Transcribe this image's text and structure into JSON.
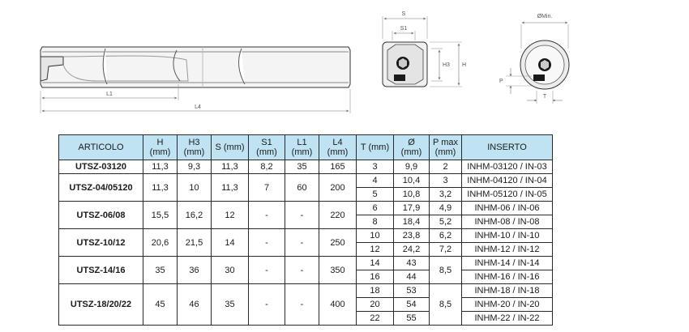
{
  "drawing_labels": {
    "L1": "L1",
    "L4": "L4",
    "S": "S",
    "S1": "S1",
    "H3": "H3",
    "H": "H",
    "diameter_min": "ØMin.",
    "P": "P",
    "T": "T"
  },
  "table": {
    "headers": {
      "articolo": "ARTICOLO",
      "h": [
        "H",
        "(mm)"
      ],
      "h3": [
        "H3",
        "(mm)"
      ],
      "s": "S (mm)",
      "s1": [
        "S1",
        "(mm)"
      ],
      "l1": [
        "L1",
        "(mm)"
      ],
      "l4": [
        "L4",
        "(mm)"
      ],
      "t": "T (mm)",
      "d": [
        "Ø",
        "(mm)"
      ],
      "pmax": [
        "P max",
        "(mm)"
      ],
      "inserto": "INSERTO"
    },
    "groups": [
      {
        "articolo": "UTSZ-03120",
        "h": "11,3",
        "h3": "9,3",
        "s": "11,3",
        "s1": "8,2",
        "l1": "35",
        "l4": "165",
        "rows": [
          {
            "t": "3",
            "d": "9,9",
            "p": "2",
            "inserto": "INHM-03120 / IN-03"
          }
        ]
      },
      {
        "articolo": "UTSZ-04/05120",
        "h": "11,3",
        "h3": "10",
        "s": "11,3",
        "s1": "7",
        "l1": "60",
        "l4": "200",
        "rows": [
          {
            "t": "4",
            "d": "10,4",
            "p": "3",
            "inserto": "INHM-04120 / IN-04"
          },
          {
            "t": "5",
            "d": "10,8",
            "p": "3,2",
            "inserto": "INHM-05120 / IN-05"
          }
        ]
      },
      {
        "articolo": "UTSZ-06/08",
        "h": "15,5",
        "h3": "16,2",
        "s": "12",
        "s1": "-",
        "l1": "-",
        "l4": "220",
        "rows": [
          {
            "t": "6",
            "d": "17,9",
            "p": "4,9",
            "inserto": "INHM-06 / IN-06"
          },
          {
            "t": "8",
            "d": "18,4",
            "p": "5,2",
            "inserto": "INHM-08 / IN-08"
          }
        ]
      },
      {
        "articolo": "UTSZ-10/12",
        "h": "20,6",
        "h3": "21,5",
        "s": "14",
        "s1": "-",
        "l1": "-",
        "l4": "250",
        "rows": [
          {
            "t": "10",
            "d": "23,8",
            "p": "6,2",
            "inserto": "INHM-10 / IN-10"
          },
          {
            "t": "12",
            "d": "24,2",
            "p": "7,2",
            "inserto": "INHM-12 / IN-12"
          }
        ]
      },
      {
        "articolo": "UTSZ-14/16",
        "h": "35",
        "h3": "36",
        "s": "30",
        "s1": "-",
        "l1": "-",
        "l4": "350",
        "p": "8,5",
        "rows": [
          {
            "t": "14",
            "d": "43",
            "inserto": "INHM-14 / IN-14"
          },
          {
            "t": "16",
            "d": "44",
            "inserto": "INHM-16 / IN-16"
          }
        ]
      },
      {
        "articolo": "UTSZ-18/20/22",
        "h": "45",
        "h3": "46",
        "s": "35",
        "s1": "-",
        "l1": "-",
        "l4": "400",
        "p": "8,5",
        "rows": [
          {
            "t": "18",
            "d": "53",
            "inserto": "INHM-18 / IN-18"
          },
          {
            "t": "20",
            "d": "54",
            "inserto": "INHM-20 / IN-20"
          },
          {
            "t": "22",
            "d": "55",
            "inserto": "INHM-22 / IN-22"
          }
        ]
      }
    ]
  }
}
